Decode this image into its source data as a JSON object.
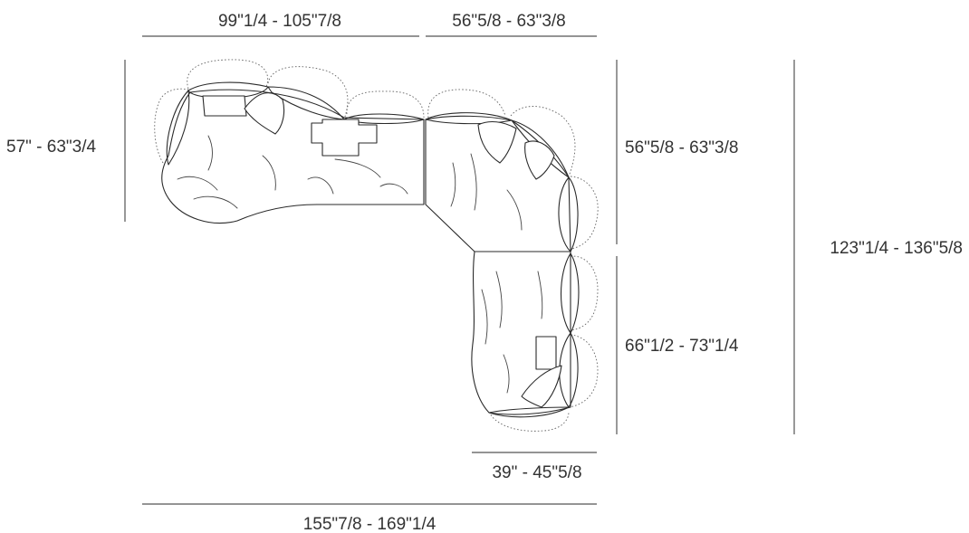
{
  "dimensions": {
    "top_left_width": "99\"1/4 - 105\"7/8",
    "top_right_width": "56\"5/8 - 63\"3/8",
    "left_depth": "57\" - 63\"3/4",
    "right_upper_depth": "56\"5/8 - 63\"3/8",
    "right_lower_depth": "66\"1/2 - 73\"1/4",
    "overall_depth": "123\"1/4 - 136\"5/8",
    "chaise_width": "39\" - 45\"5/8",
    "overall_width": "155\"7/8 - 169\"1/4"
  }
}
